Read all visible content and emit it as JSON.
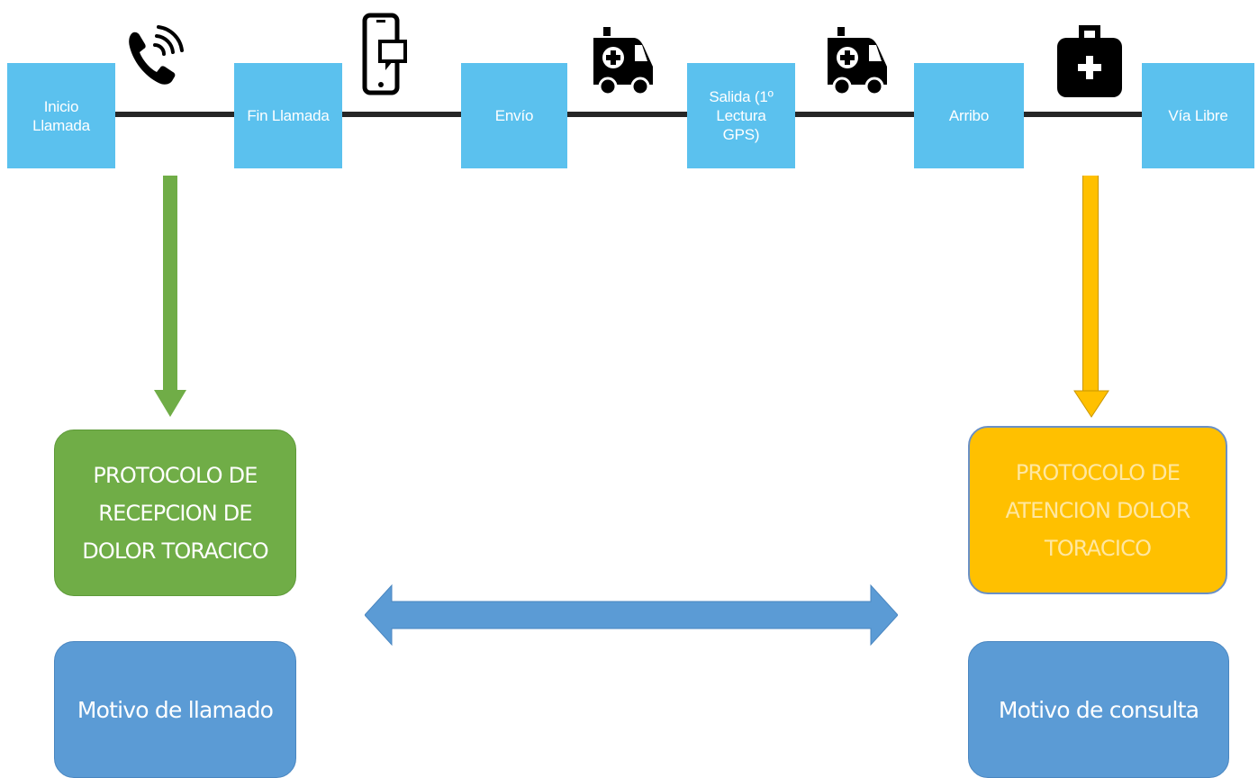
{
  "timeline": {
    "stages": [
      {
        "label": "Inicio\nLlamada"
      },
      {
        "label": "Fin Llamada"
      },
      {
        "label": "Envío"
      },
      {
        "label": "Salida (1º\nLectura\nGPS)"
      },
      {
        "label": "Arribo"
      },
      {
        "label": "Vía Libre"
      }
    ],
    "icons": [
      "phone-icon",
      "smartphone-message-icon",
      "ambulance-icon",
      "ambulance-icon",
      "first-aid-kit-icon"
    ]
  },
  "protocols": {
    "left": {
      "label": "PROTOCOLO DE\nRECEPCION DE\nDOLOR TORACICO"
    },
    "right": {
      "label": "PROTOCOLO DE\nATENCION DOLOR\nTORACICO"
    }
  },
  "reasons": {
    "left": {
      "label": "Motivo de llamado"
    },
    "right": {
      "label": "Motivo de consulta"
    }
  },
  "colors": {
    "stage": "#5bc1ee",
    "green": "#70ad47",
    "yellow": "#ffc000",
    "blue": "#5b9bd5",
    "line": "#262626"
  }
}
